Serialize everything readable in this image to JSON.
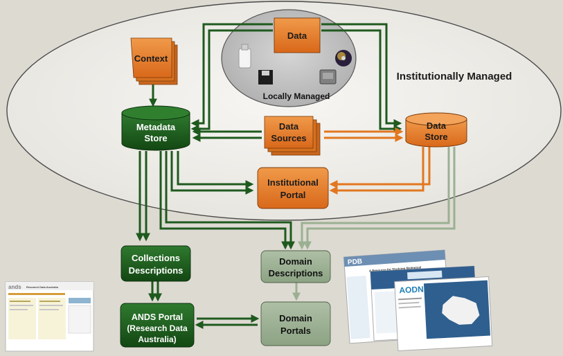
{
  "regions": {
    "institutional": "Institutionally Managed",
    "local": "Locally Managed"
  },
  "nodes": {
    "context": "Context",
    "data": "Data",
    "metadata_store": [
      "Metadata",
      "Store"
    ],
    "data_sources": [
      "Data",
      "Sources"
    ],
    "data_store": [
      "Data",
      "Store"
    ],
    "institutional_portal": [
      "Institutional",
      "Portal"
    ],
    "collections_descriptions": [
      "Collections",
      "Descriptions"
    ],
    "domain_descriptions": [
      "Domain",
      "Descriptions"
    ],
    "ands_portal": [
      "ANDS Portal",
      "(Research Data",
      "Australia)"
    ],
    "domain_portals": [
      "Domain",
      "Portals"
    ]
  },
  "thumbnails": {
    "ands_logo": "ands",
    "ands_title": "Research Data Australia",
    "pdb_logo": "PDB",
    "pdb_heading": "A Resource for Studying Biological",
    "aodn_logo": "AODN"
  },
  "colors": {
    "background": "#dddad2",
    "dark_green": "#1e5a1e",
    "light_green": "#9bb092",
    "orange": "#e2771f",
    "ellipse": "#efeeea",
    "local_oval": "#c3c3c3"
  }
}
